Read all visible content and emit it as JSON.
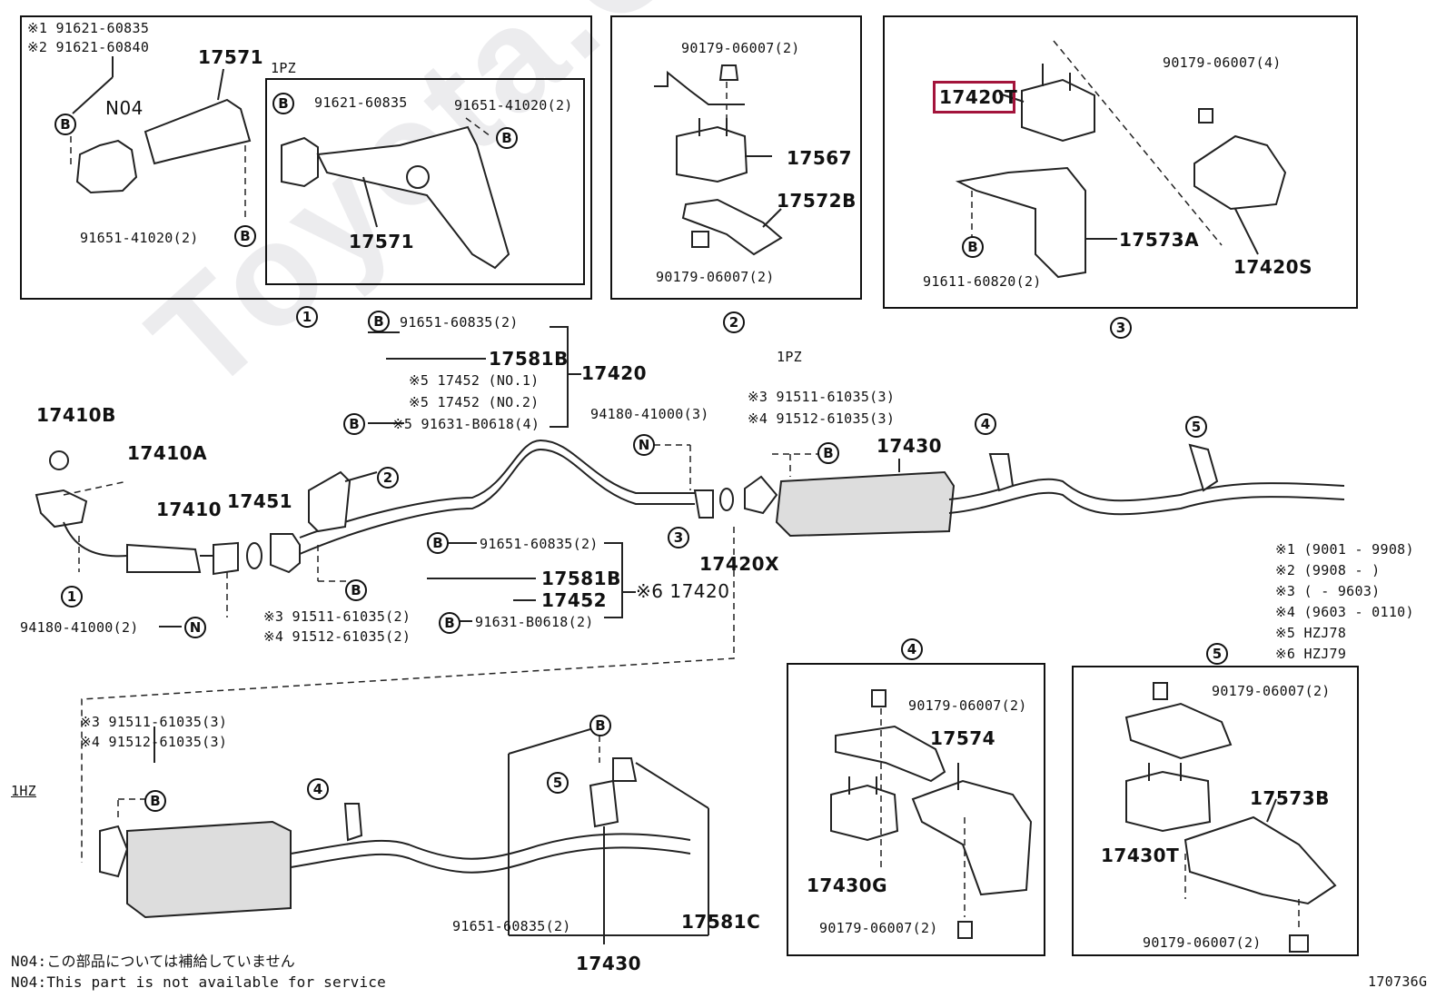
{
  "watermark": "Toyota.ComMiro.ru",
  "diagram_id": "170736G",
  "notes": {
    "jp": "N04:この部品については補給していません",
    "en": "N04:This part is not available for service"
  },
  "variant_notes": [
    "※1 (9001 - 9908)",
    "※2 (9908 -      )",
    "※3 (       - 9603)",
    "※4 (9603 - 0110)",
    "※5 HZJ78",
    "※6 HZJ79"
  ],
  "engine_labels": {
    "pz": "1PZ",
    "hz": "1HZ"
  },
  "callout_numbers": [
    "1",
    "2",
    "3",
    "4",
    "5"
  ],
  "highlighted_part": "17420T",
  "detail1": {
    "note1": "※1 91621-60835",
    "note2": "※2 91621-60840",
    "p17571a": "17571",
    "n04": "N04",
    "b_bolt": "91651-41020(2)",
    "pz_label": "1PZ",
    "pz_bolt1": "91621-60835",
    "pz_bolt2": "91651-41020(2)",
    "p17571b": "17571"
  },
  "detail2": {
    "nut_top": "90179-06007(2)",
    "p17567": "17567",
    "p17572b": "17572B",
    "nut_bottom": "90179-06007(2)"
  },
  "detail3": {
    "p17420t": "17420T",
    "nut": "90179-06007(4)",
    "p17573a": "17573A",
    "bolt": "91611-60820(2)",
    "p17420s": "17420S"
  },
  "main": {
    "b1": "91651-60835(2)",
    "p17581b_top": "17581B",
    "p17452_no1": "※5 17452 (NO.1)",
    "p17452_no2": "※5 17452 (NO.2)",
    "b_91631_top": "※5 91631-B0618(4)",
    "p17420_top": "17420",
    "p17410b": "17410B",
    "p17410a": "17410A",
    "p17410": "17410",
    "p17451": "17451",
    "nut_94180_right": "94180-41000(3)",
    "pz_label": "1PZ",
    "note_s3_right": "※3 91511-61035(3)",
    "note_s4_right": "※4 91512-61035(3)",
    "p17430": "17430",
    "b2": "91651-60835(2)",
    "p17581b_mid": "17581B",
    "p17452_mid": "17452",
    "b_91631_mid": "91631-B0618(2)",
    "p17420_mid": "※6 17420",
    "p17420x": "17420X",
    "nut_94180_left": "94180-41000(2)",
    "note_s3_left": "※3 91511-61035(2)",
    "note_s4_left": "※4 91512-61035(2)"
  },
  "lower": {
    "note_s3": "※3 91511-61035(3)",
    "note_s4": "※4 91512-61035(3)",
    "hz_label": "1HZ",
    "bolt": "91651-60835(2)",
    "p17430": "17430",
    "p17581c": "17581C"
  },
  "detail4": {
    "nut_top": "90179-06007(2)",
    "p17574": "17574",
    "p17430g": "17430G",
    "nut_bottom": "90179-06007(2)"
  },
  "detail5": {
    "nut_top": "90179-06007(2)",
    "p17573b": "17573B",
    "p17430t": "17430T",
    "nut_bottom": "90179-06007(2)"
  }
}
